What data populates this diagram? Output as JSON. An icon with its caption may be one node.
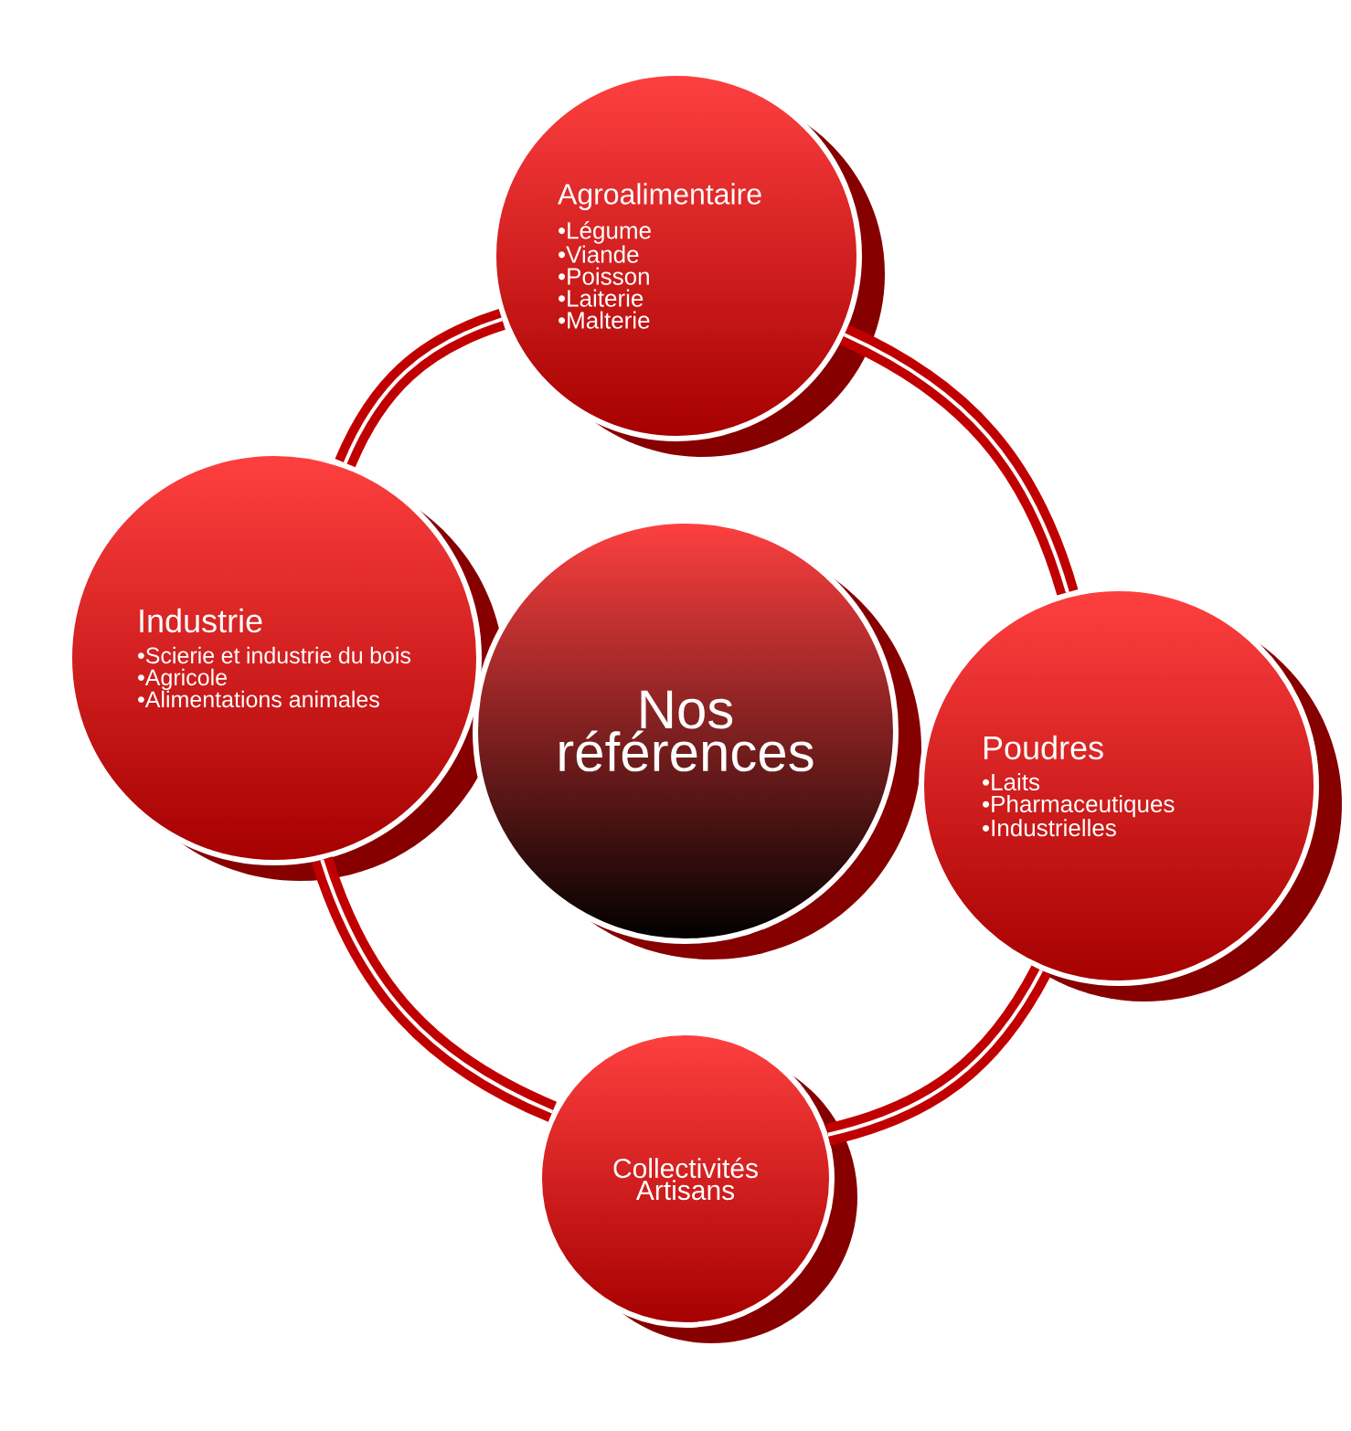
{
  "diagram": {
    "nodes": [
      {
        "text": [
          "Agroalimentaire",
          "•Légume",
          "•Viande",
          "•Poisson",
          "•Laiterie",
          "•Malterie"
        ]
      },
      {
        "text": [
          "Industrie",
          "•Scierie et industrie du bois",
          "•Agricole",
          "•Alimentations animales"
        ]
      },
      {
        "text": [
          "Nos références"
        ]
      },
      {
        "text": [
          "Poudres",
          "•Laits",
          "•Pharmaceutiques",
          "•Industrielles"
        ]
      },
      {
        "text": [
          "Collectivités",
          "Artisans"
        ]
      }
    ],
    "edges": [
      {
        "from": 0,
        "to": 3,
        "arrow": "none"
      },
      {
        "from": 3,
        "to": 4,
        "arrow": "none"
      },
      {
        "from": 4,
        "to": 1,
        "arrow": "none"
      },
      {
        "from": 1,
        "to": 0,
        "arrow": "none"
      }
    ]
  }
}
